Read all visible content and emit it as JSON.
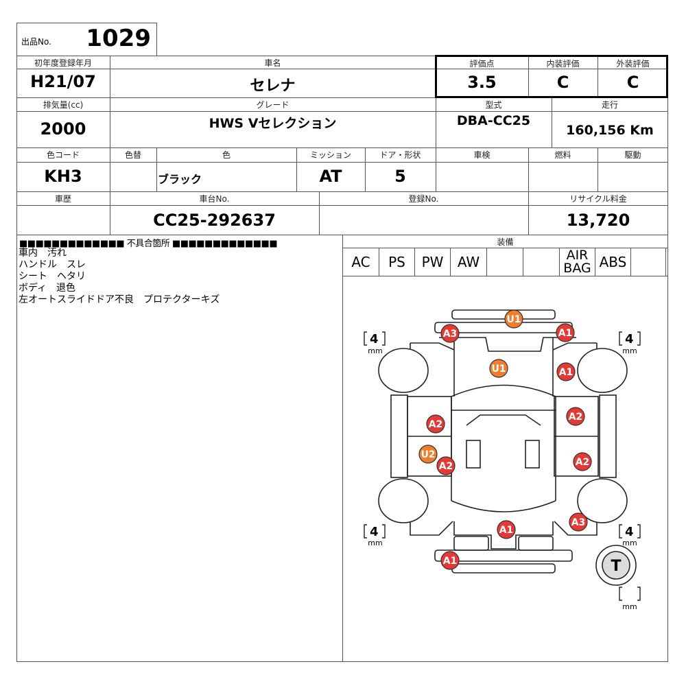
{
  "lot": {
    "label": "出品No.",
    "number": "1029"
  },
  "row1": {
    "first_reg_label": "初年度登録年月",
    "first_reg": "H21/07",
    "car_name_label": "車名",
    "car_name": "セレナ",
    "score_label": "評価点",
    "score": "3.5",
    "interior_label": "内装評価",
    "interior": "C",
    "exterior_label": "外装評価",
    "exterior": "C"
  },
  "row2": {
    "displacement_label": "排気量(cc)",
    "displacement": "2000",
    "grade_label": "グレード",
    "grade": "HWS Vセレクション",
    "model_label": "型式",
    "model": "DBA-CC25",
    "mileage_label": "走行",
    "mileage": "160,156 Km"
  },
  "row3": {
    "color_code_label": "色コード",
    "color_code": "KH3",
    "repaint_label": "色替",
    "repaint": "",
    "color_label": "色",
    "color": "ブラック",
    "mission_label": "ミッション",
    "mission": "AT",
    "door_label": "ドア・形状",
    "door": "5",
    "inspection_label": "車検",
    "inspection": "",
    "fuel_label": "燃料",
    "fuel": "",
    "drive_label": "駆動",
    "drive": ""
  },
  "row4": {
    "history_label": "車歴",
    "history": "",
    "chassis_label": "車台No.",
    "chassis": "CC25-292637",
    "reg_label": "登録No.",
    "reg": "",
    "recycle_label": "リサイクル料金",
    "recycle": "13,720"
  },
  "defects": {
    "header": "■■■■■■■■■■■■■ 不具合箇所 ■■■■■■■■■■■■■",
    "lines": [
      "車内　汚れ",
      "ハンドル　スレ",
      "シート　ヘタリ",
      "ボディ　退色",
      "左オートスライドドア不良　プロテクターキズ"
    ]
  },
  "equipment": {
    "header": "装備",
    "items": [
      "AC",
      "PS",
      "PW",
      "AW",
      "",
      "",
      "AIR\nBAG",
      "ABS",
      ""
    ]
  },
  "diagram": {
    "tread": {
      "fl": "4",
      "fr": "4",
      "rl": "4",
      "rr": "4",
      "spare": "",
      "unit": "mm"
    },
    "spare_symbol": "T",
    "marks": [
      {
        "code": "U1",
        "kind": "U"
      },
      {
        "code": "A3",
        "kind": "A"
      },
      {
        "code": "A1",
        "kind": "A"
      },
      {
        "code": "U1",
        "kind": "U"
      },
      {
        "code": "A1",
        "kind": "A"
      },
      {
        "code": "A2",
        "kind": "A"
      },
      {
        "code": "A2",
        "kind": "A"
      },
      {
        "code": "U2",
        "kind": "U"
      },
      {
        "code": "A2",
        "kind": "A"
      },
      {
        "code": "A2",
        "kind": "A"
      },
      {
        "code": "A3",
        "kind": "A"
      },
      {
        "code": "A1",
        "kind": "A"
      },
      {
        "code": "A1",
        "kind": "A"
      }
    ],
    "colors": {
      "A": "#e53935",
      "U": "#ef7d2e"
    }
  }
}
